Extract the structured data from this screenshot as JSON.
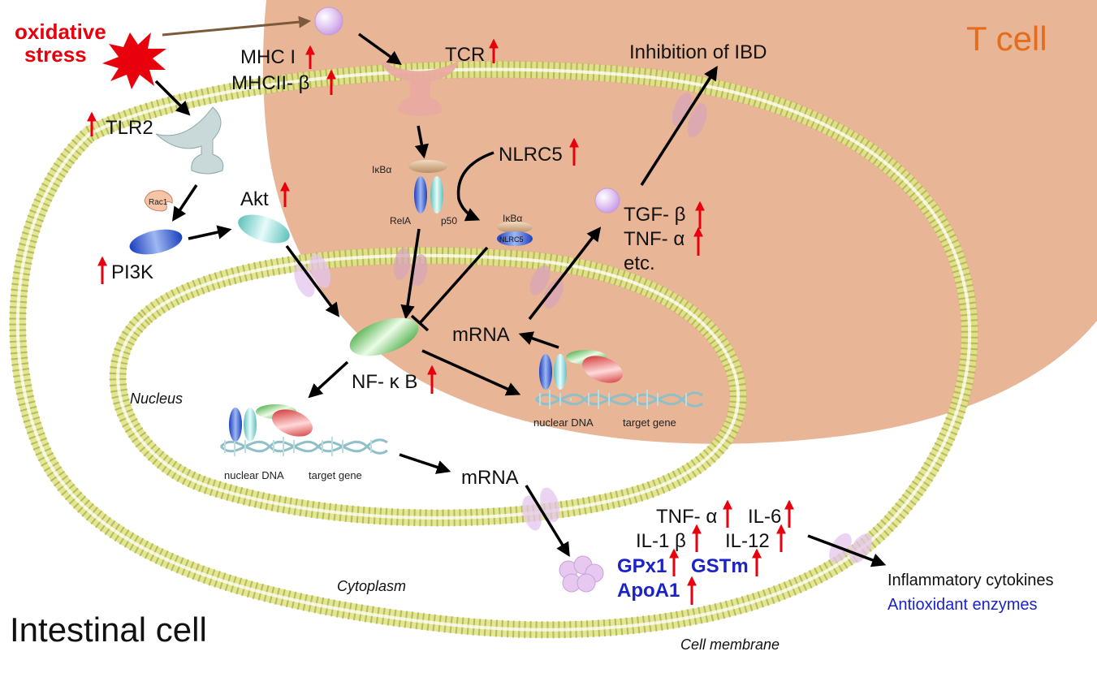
{
  "colors": {
    "tcell_bg": "#e8b596",
    "tcell_label": "#e46c1b",
    "stress": "#e8000d",
    "up_arrow": "#e8000d",
    "membrane_head": "#dfe38a",
    "membrane_outline": "#9aa03a",
    "antioxidant": "#1b22c8",
    "receptor_tlr2": "#c9d8d8",
    "receptor_tcr": "#e9aaa1",
    "relA": "#3f6bd6",
    "p50": "#87d6d2",
    "nfkb": "#55c04d",
    "red_protein": "#e33a3a"
  },
  "labels": {
    "oxidative_stress_line1": "oxidative",
    "oxidative_stress_line2": "stress",
    "tlr2": "TLR2",
    "rac1": "Rac1",
    "pi3k": "PI3K",
    "akt": "Akt",
    "mhc1": "MHC I",
    "mhc2": "MHCII- β",
    "tcr": "TCR",
    "t_cell": "T cell",
    "inhibition_ibd": "Inhibition of IBD",
    "ikba_1": "IκBα",
    "rela": "RelA",
    "p50": "p50",
    "nlrc5": "NLRC5",
    "ikba_2": "IκBα",
    "nlrc5_small": "NLRC5",
    "tgf_beta": "TGF- β",
    "tnf_alpha_top": "TNF- α",
    "etc": "etc.",
    "mrna_top": "mRNA",
    "nfkb": "NF- κ B",
    "nucleus": "Nucleus",
    "nuclear_dna_1": "nuclear DNA",
    "target_gene_1": "target gene",
    "nuclear_dna_2": "nuclear DNA",
    "target_gene_2": "target gene",
    "mrna_bottom": "mRNA",
    "tnf_alpha": "TNF- α",
    "il6": "IL-6",
    "il1_beta": "IL-1 β",
    "il12": "IL-12",
    "gpx1": "GPx1",
    "gstm": "GSTm",
    "apoa1": "ApoA1",
    "cytoplasm": "Cytoplasm",
    "intestinal_cell": "Intestinal cell",
    "cell_membrane": "Cell membrane",
    "inflammatory_cytokines": "Inflammatory cytokines",
    "antioxidant_enzymes": "Antioxidant enzymes"
  }
}
